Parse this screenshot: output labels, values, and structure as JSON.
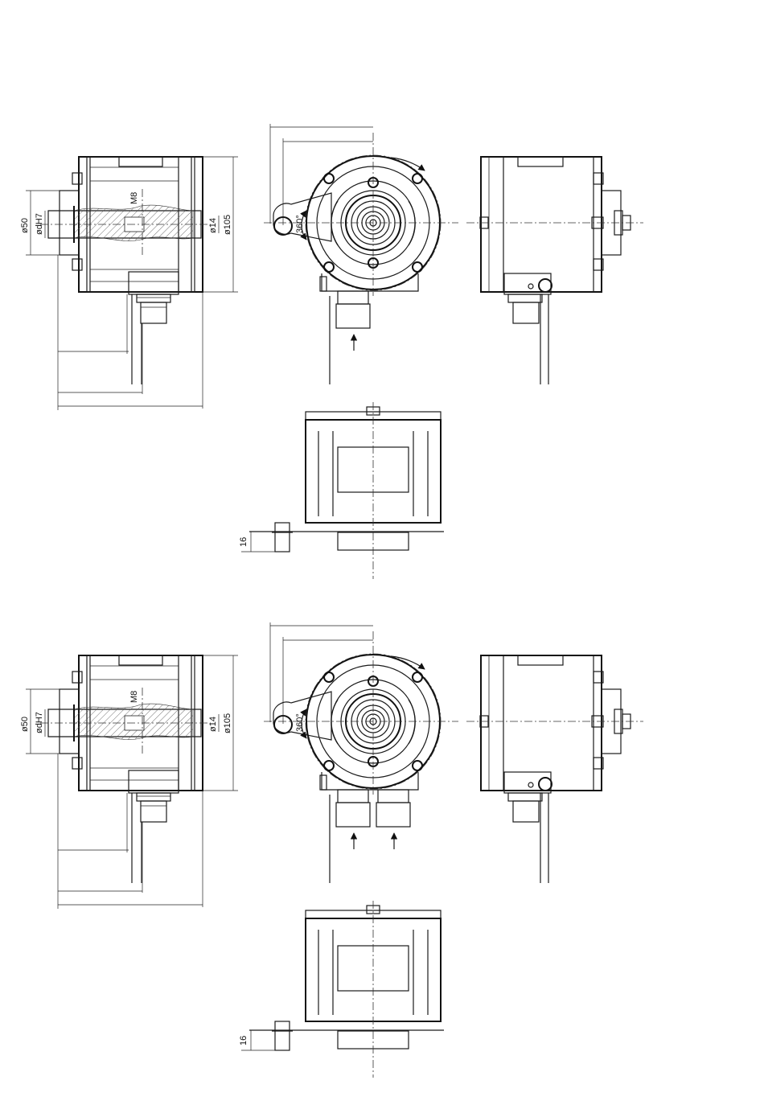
{
  "labels": {
    "d50": "ø50",
    "dH7": "ødH7",
    "m8": "M8",
    "d14": "ø14",
    "d105": "ø105",
    "angle": "360°",
    "h16": "16"
  }
}
